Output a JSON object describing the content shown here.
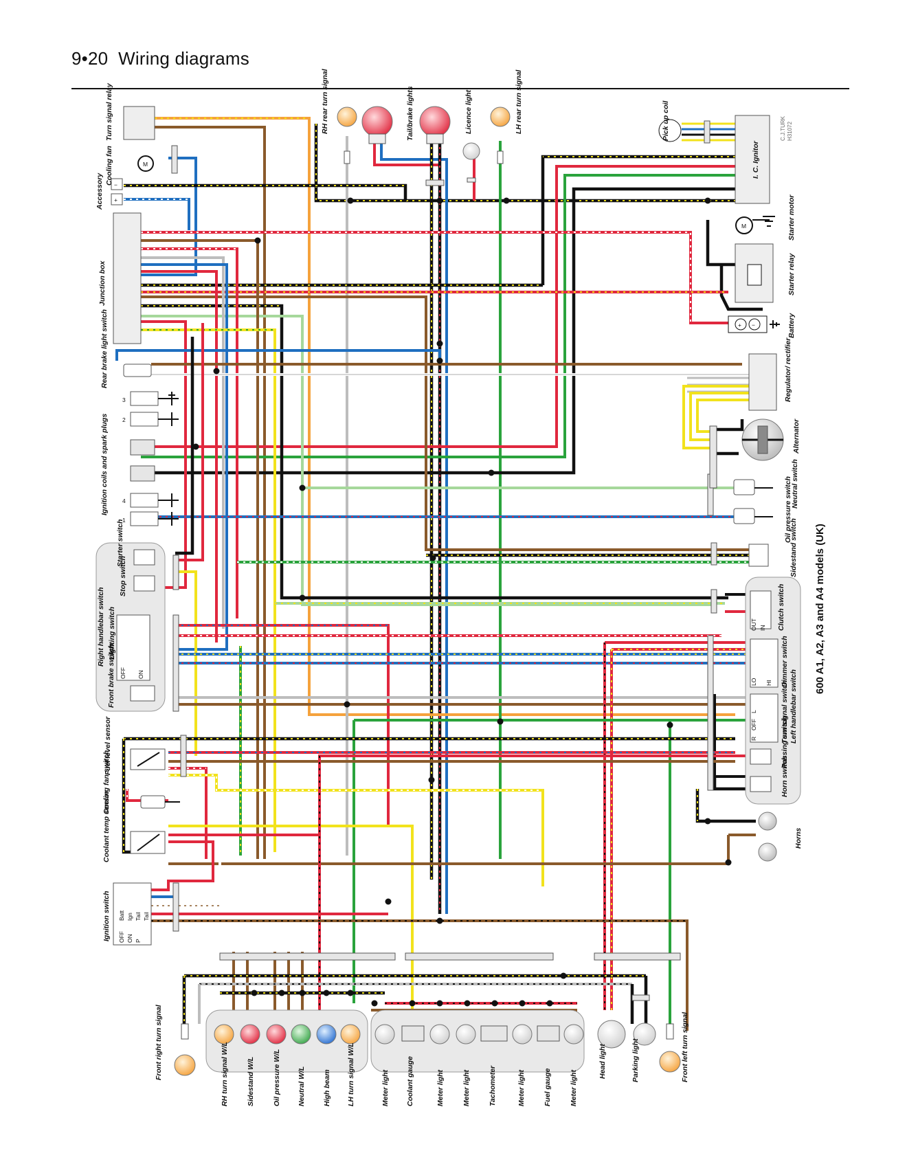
{
  "header": {
    "page_ref": "9•20",
    "title": "Wiring diagrams"
  },
  "model_title": "600 A1, A2, A3 and A4 models (UK)",
  "credit": [
    "C.J.TURK",
    "H31072"
  ],
  "colors": {
    "black": "#111111",
    "yellow": "#f2e21c",
    "red": "#e0283e",
    "blue": "#1f6fc0",
    "green": "#2aa33c",
    "lightgreen": "#a6d89b",
    "brown": "#8a5a2b",
    "orange": "#f5a23c",
    "grey": "#bdbdbd",
    "white": "#ffffff",
    "pink": "#f08aa0"
  },
  "labels": {
    "turn_signal_relay": "Turn signal relay",
    "cooling_fan": "Cooling fan",
    "accessory": "Accessory",
    "junction_box": "Junction box",
    "rear_brake_light_switch": "Rear brake light switch",
    "ignition_coils": "Ignition coils and spark plugs",
    "right_handlebar_switch": "Right handlebar switch",
    "starter_switch": "Starter switch",
    "stop_switch": "Stop switch",
    "lighting_switch": "Lighting switch",
    "front_brake_switch": "Front brake switch",
    "fuel_level_sensor": "Fuel level sensor",
    "cooling_fan_switch": "Cooling fan switch",
    "coolant_temp_sensor": "Coolant temp sensor",
    "ignition_switch": "Ignition switch",
    "rh_rear_turn_signal": "RH rear turn signal",
    "taillight": "Tail/brake lights",
    "licence_light": "Licence light",
    "lh_rear_turn_signal": "LH rear turn signal",
    "pickup_coil": "Pick up coil",
    "ic_ignitor": "I. C. Ignitor",
    "starter_motor": "Starter motor",
    "starter_relay": "Starter relay",
    "battery": "Battery",
    "regulator": "Regulator/ rectifier",
    "alternator": "Alternator",
    "neutral_switch": "Neutral switch",
    "oil_pressure_switch": "Oil pressure switch",
    "sidestand_switch": "Sidestand switch",
    "left_handlebar_switch": "Left handlebar switch",
    "clutch_switch": "Clutch switch",
    "dimmer_switch": "Dimmer switch",
    "turn_switch": "Turn signal switch",
    "passing_switch": "Passing switch",
    "horn_switch": "Horn switch",
    "horns": "Horns",
    "front_right_turn_signal": "Front right turn signal",
    "head_light": "Head light",
    "parking_light": "Parking light",
    "front_left_turn_signal": "Front left turn signal",
    "tachometer": "Tachometer",
    "fuel_gauge": "Fuel gauge",
    "meter_light": "Meter light",
    "coolant_gauge": "Coolant gauge"
  },
  "instrument_bulbs": [
    "RH turn signal W/L",
    "Sidestand W/L",
    "Oil pressure W/L",
    "Neutral W/L",
    "High beam",
    "LH turn signal W/L"
  ],
  "switch_positions": {
    "lighting": [
      "OFF",
      "ON"
    ],
    "ignition": [
      "OFF",
      "ON",
      "P"
    ],
    "ignition_cols": [
      "Batt",
      "Ign",
      "Tail",
      "Tail"
    ],
    "clutch": [
      "OUT",
      "IN"
    ],
    "dimmer": [
      "LO",
      "HI"
    ],
    "turn": [
      "R",
      "OFF",
      "L"
    ],
    "coil_numbers": [
      "3",
      "2",
      "4",
      "1"
    ]
  },
  "symbols": {
    "motor": "M",
    "plus": "+",
    "minus": "−"
  }
}
